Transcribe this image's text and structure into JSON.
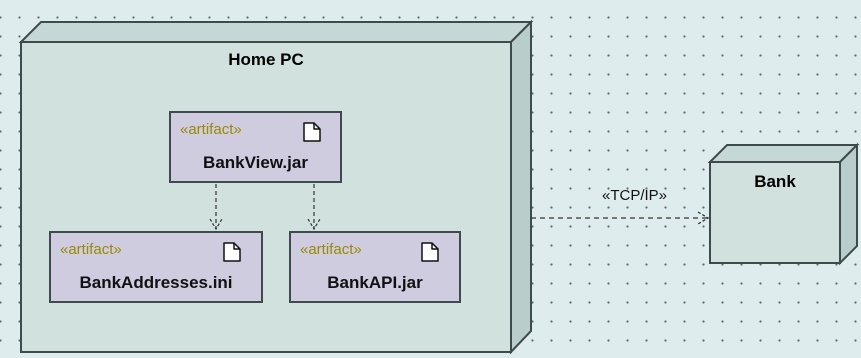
{
  "diagram": {
    "nodes": [
      {
        "id": "home-pc",
        "title": "Home PC"
      },
      {
        "id": "bank",
        "title": "Bank"
      }
    ],
    "artifacts": [
      {
        "id": "bankview",
        "stereotype": "«artifact»",
        "name": "BankView.jar"
      },
      {
        "id": "bankaddresses",
        "stereotype": "«artifact»",
        "name": "BankAddresses.ini"
      },
      {
        "id": "bankapi",
        "stereotype": "«artifact»",
        "name": "BankAPI.jar"
      }
    ],
    "connections": [
      {
        "from": "home-pc",
        "to": "bank",
        "label": "«TCP/IP»"
      }
    ],
    "dependencies": [
      {
        "from": "bankview",
        "to": "bankaddresses"
      },
      {
        "from": "bankview",
        "to": "bankapi"
      }
    ],
    "colors": {
      "canvas": "#dfeced",
      "node_fill": "#d1e2de",
      "node_top": "#c6d8d5",
      "node_side": "#b9ceca",
      "artifact_fill": "#cfcce0",
      "stereotype": "#9a8a00"
    }
  }
}
